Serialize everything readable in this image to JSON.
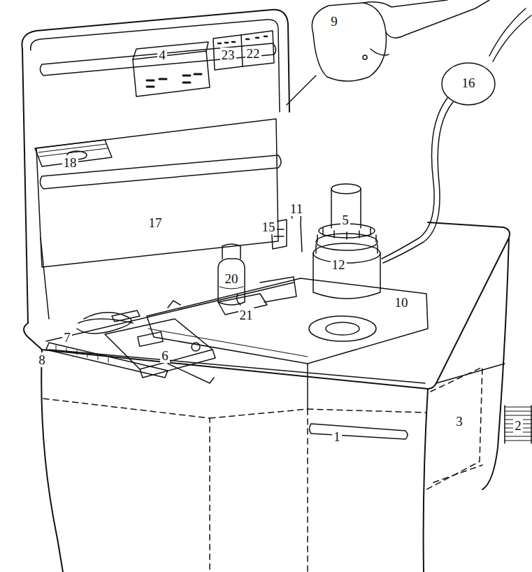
{
  "diagram": {
    "labels": [
      "9",
      "4",
      "23",
      "22",
      "16",
      "18",
      "17",
      "15",
      "11",
      "5",
      "12",
      "20",
      "10",
      "21",
      "7",
      "6",
      "8",
      "1",
      "3",
      "2"
    ]
  }
}
